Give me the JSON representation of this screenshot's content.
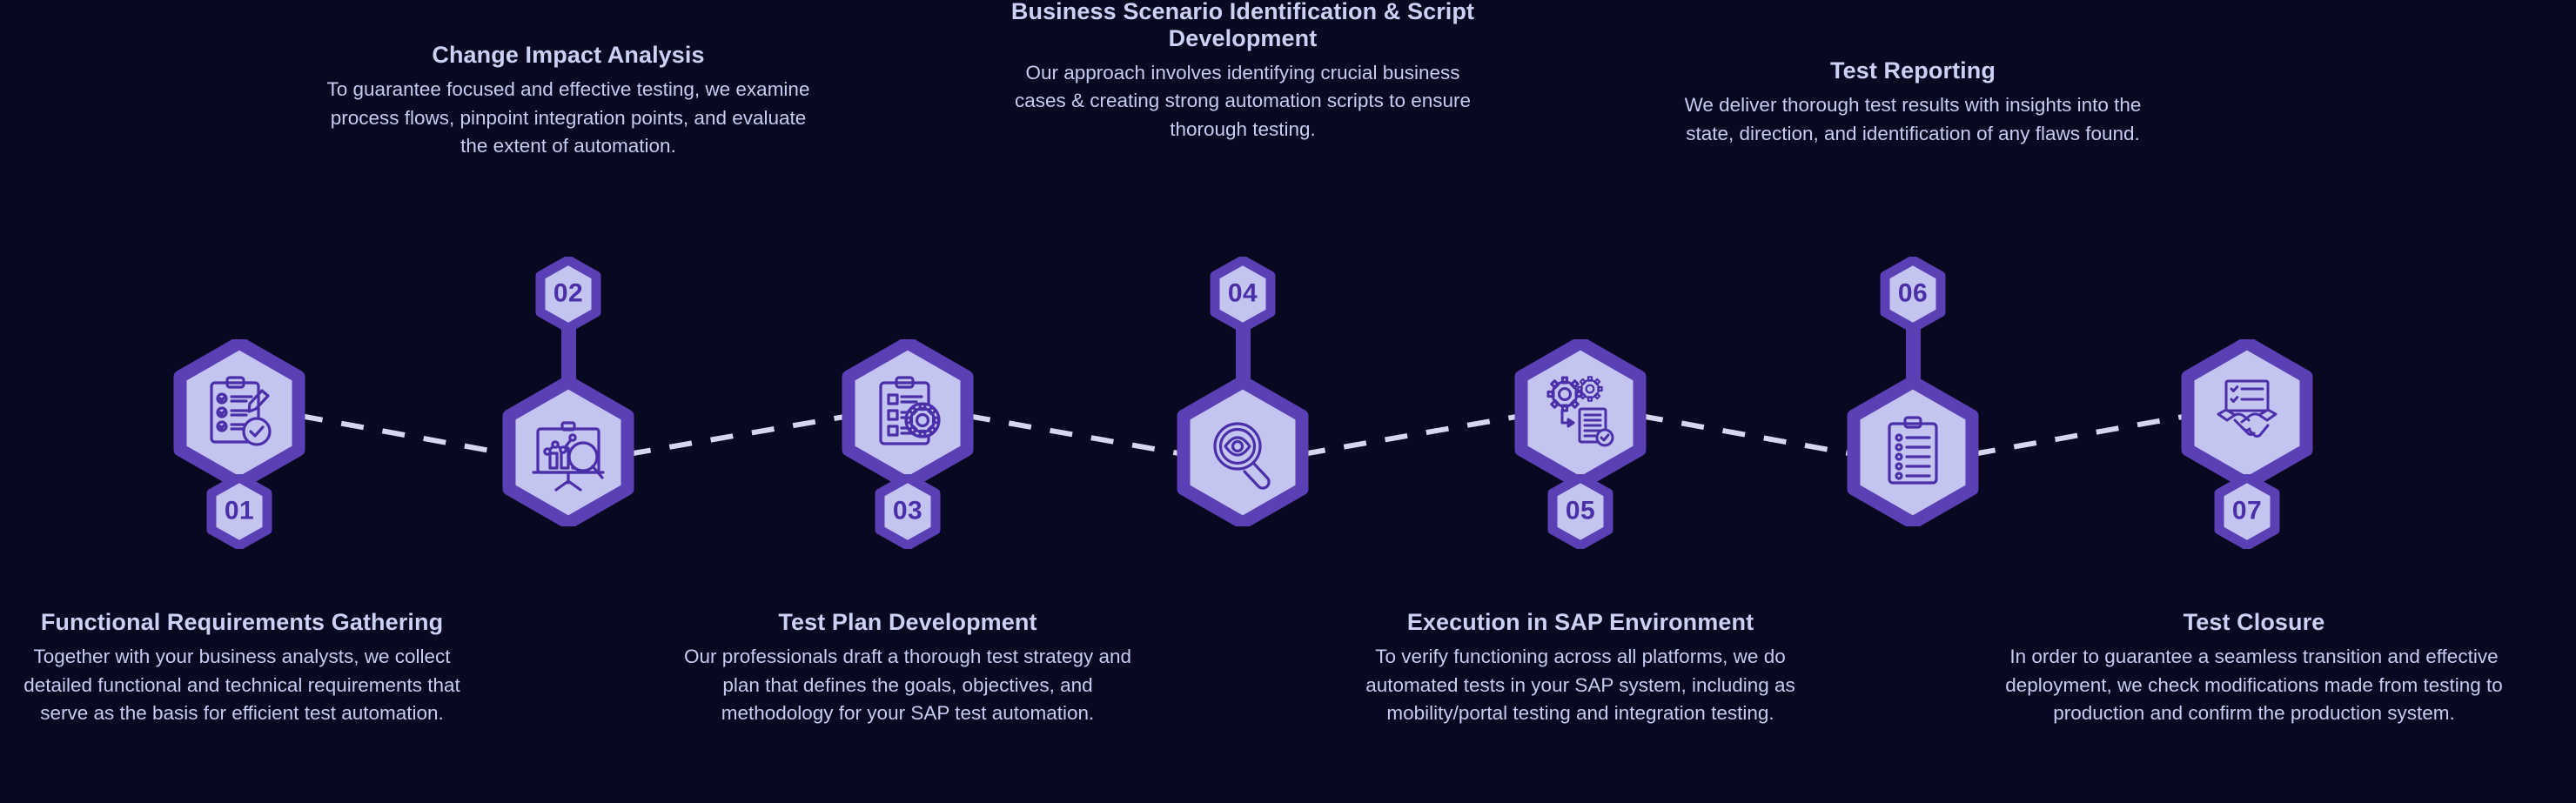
{
  "theme": {
    "background": "#080820",
    "hex_fill": "#c3c4f0",
    "hex_border": "#5b3fb5",
    "icon_stroke": "#4b2fa8",
    "number_color": "#4b2fa8",
    "connector_color": "#d6d6ee",
    "title_color": "#ccd1f5",
    "body_color": "#c6cbf0"
  },
  "diagram": {
    "type": "process-timeline",
    "orientation": "horizontal-zigzag",
    "step_count": 7,
    "steps": [
      {
        "number": "01",
        "title": "Functional Requirements Gathering",
        "description": "Together with your business analysts, we collect detailed functional and technical requirements that serve as the basis for efficient test automation.",
        "icon": "clipboard-checklist-pencil-check-icon",
        "text_position": "below",
        "node_position": "upper"
      },
      {
        "number": "02",
        "title": "Change Impact Analysis",
        "description": "To guarantee focused and effective testing, we examine process flows, pinpoint integration points, and evaluate the extent of automation.",
        "icon": "presentation-chart-magnifier-icon",
        "text_position": "above",
        "node_position": "lower"
      },
      {
        "number": "03",
        "title": "Test Plan Development",
        "description": "Our professionals draft a thorough test strategy and plan that defines the goals, objectives, and methodology for your SAP test automation.",
        "icon": "clipboard-gear-icon",
        "text_position": "below",
        "node_position": "upper"
      },
      {
        "number": "04",
        "title": "Business Scenario Identification & Script Development",
        "description": "Our approach involves identifying crucial business cases & creating strong automation scripts to ensure thorough testing.",
        "icon": "magnifier-eye-icon",
        "text_position": "above",
        "node_position": "lower"
      },
      {
        "number": "05",
        "title": "Execution in SAP Environment",
        "description": "To verify functioning across all platforms, we do automated tests in your SAP system, including as mobility/portal testing and integration testing.",
        "icon": "gears-arrow-document-check-icon",
        "text_position": "below",
        "node_position": "upper"
      },
      {
        "number": "06",
        "title": "Test Reporting",
        "description": "We deliver thorough test results with insights into the state, direction, and identification of any flaws found.",
        "icon": "clipboard-list-icon",
        "text_position": "above",
        "node_position": "lower"
      },
      {
        "number": "07",
        "title": "Test Closure",
        "description": "In order to guarantee a seamless transition and effective deployment, we check modifications made from testing to production and confirm the production system.",
        "icon": "handshake-document-check-icon",
        "text_position": "below",
        "node_position": "upper"
      }
    ]
  }
}
